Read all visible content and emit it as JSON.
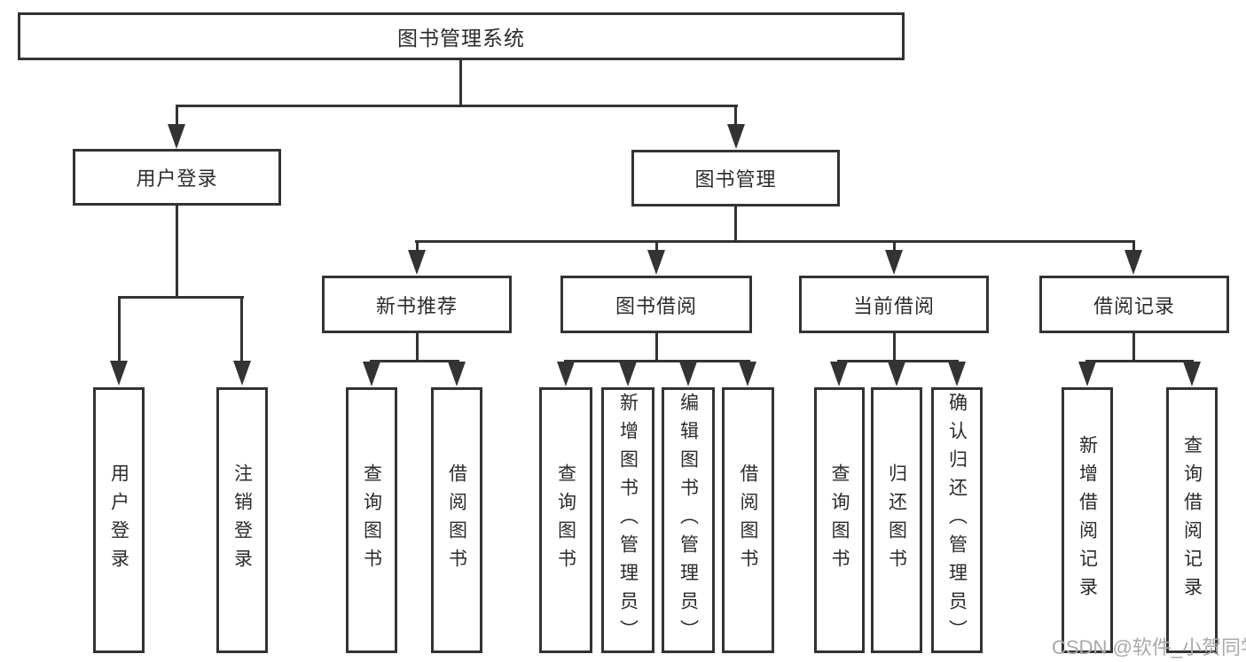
{
  "diagram_title": "图书管理系统",
  "tree": {
    "root": {
      "label": "图书管理系统"
    },
    "branches": [
      {
        "label": "用户登录",
        "children": [
          {
            "label": "用户登录"
          },
          {
            "label": "注销登录"
          }
        ]
      },
      {
        "label": "图书管理",
        "children": [
          {
            "label": "新书推荐",
            "children": [
              {
                "label": "查询图书"
              },
              {
                "label": "借阅图书"
              }
            ]
          },
          {
            "label": "图书借阅",
            "children": [
              {
                "label": "查询图书"
              },
              {
                "label": "新增图书（管理员）"
              },
              {
                "label": "编辑图书（管理员）"
              },
              {
                "label": "借阅图书"
              }
            ]
          },
          {
            "label": "当前借阅",
            "children": [
              {
                "label": "查询图书"
              },
              {
                "label": "归还图书"
              },
              {
                "label": "确认归还（管理员）"
              }
            ]
          },
          {
            "label": "借阅记录",
            "children": [
              {
                "label": "新增借阅记录"
              },
              {
                "label": "查询借阅记录"
              }
            ]
          }
        ]
      }
    ]
  },
  "watermark": {
    "text": "CSDN @软件_小贺同学"
  },
  "colors": {
    "line": "#333333",
    "box_border": "#333333",
    "box_fill": "#ffffff",
    "text": "#2b2b2b",
    "watermark": "#a9a9a9",
    "background": "#ffffff"
  }
}
